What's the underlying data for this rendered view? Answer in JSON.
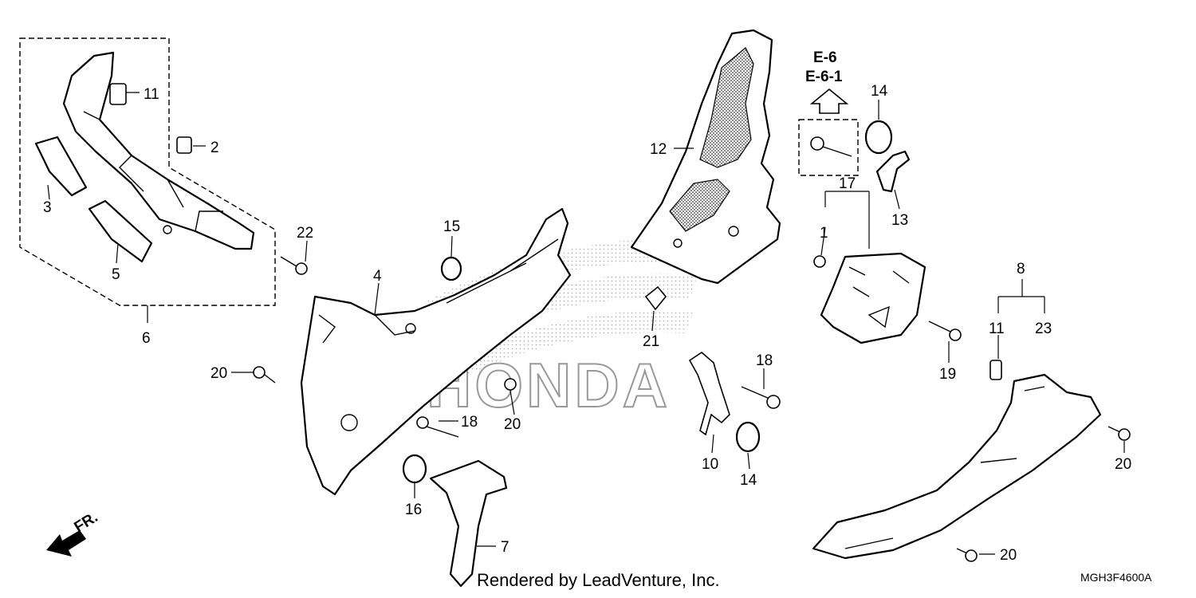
{
  "diagram": {
    "reference": {
      "line1": "E-6",
      "line2": "E-6-1"
    },
    "brand_watermark": "HONDA",
    "front_indicator": "FR.",
    "callouts": [
      {
        "id": "c2",
        "label": "2"
      },
      {
        "id": "c3",
        "label": "3"
      },
      {
        "id": "c4",
        "label": "4"
      },
      {
        "id": "c5",
        "label": "5"
      },
      {
        "id": "c6",
        "label": "6"
      },
      {
        "id": "c7",
        "label": "7"
      },
      {
        "id": "c8",
        "label": "8"
      },
      {
        "id": "c10",
        "label": "10"
      },
      {
        "id": "c11a",
        "label": "11"
      },
      {
        "id": "c11b",
        "label": "11"
      },
      {
        "id": "c12",
        "label": "12"
      },
      {
        "id": "c13",
        "label": "13"
      },
      {
        "id": "c14a",
        "label": "14"
      },
      {
        "id": "c14b",
        "label": "14"
      },
      {
        "id": "c15",
        "label": "15"
      },
      {
        "id": "c16",
        "label": "16"
      },
      {
        "id": "c17",
        "label": "17"
      },
      {
        "id": "c1",
        "label": "1"
      },
      {
        "id": "c18a",
        "label": "18"
      },
      {
        "id": "c18b",
        "label": "18"
      },
      {
        "id": "c19",
        "label": "19"
      },
      {
        "id": "c20a",
        "label": "20"
      },
      {
        "id": "c20b",
        "label": "20"
      },
      {
        "id": "c20c",
        "label": "20"
      },
      {
        "id": "c20d",
        "label": "20"
      },
      {
        "id": "c21",
        "label": "21"
      },
      {
        "id": "c22",
        "label": "22"
      },
      {
        "id": "c23",
        "label": "23"
      }
    ]
  },
  "footer": {
    "credit": "Rendered by LeadVenture, Inc.",
    "diagram_code": "MGH3F4600A"
  }
}
